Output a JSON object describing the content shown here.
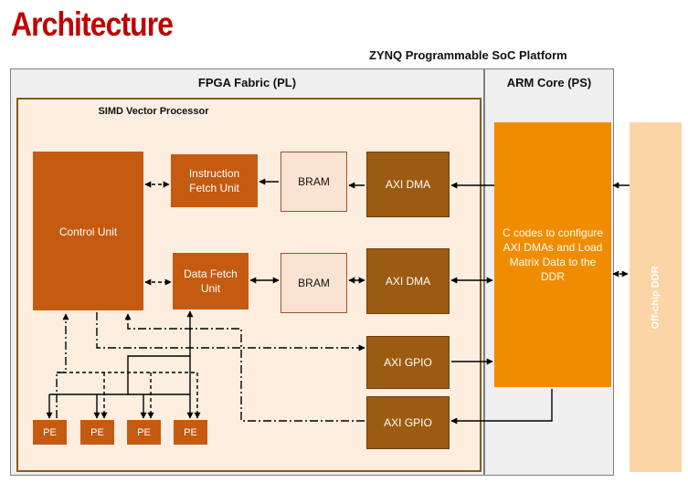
{
  "slide": {
    "title": "Architecture",
    "platform_label": "ZYNQ Programmable SoC Platform"
  },
  "regions": {
    "pl_label": "FPGA Fabric (PL)",
    "ps_label": "ARM Core (PS)",
    "simd_label": "SIMD Vector Processor",
    "ddr_label": "Off-chip DDR"
  },
  "blocks": {
    "control_unit": "Control Unit",
    "instruction_fetch": "Instruction Fetch Unit",
    "data_fetch": "Data Fetch Unit",
    "bram_top": "BRAM",
    "bram_bottom": "BRAM",
    "axi_dma_top": "AXI DMA",
    "axi_dma_bottom": "AXI DMA",
    "axi_gpio_top": "AXI GPIO",
    "axi_gpio_bottom": "AXI GPIO",
    "arm_text": "C codes to configure AXI DMAs and Load Matrix Data to the DDR"
  },
  "processing_elements": [
    "PE",
    "PE",
    "PE",
    "PE"
  ],
  "colors": {
    "title_red": "#c00000",
    "block_orange": "#c55a11",
    "axi_brown": "#9c5b12",
    "arm_orange": "#f08c00",
    "ddr_peach": "#fbd5a6"
  }
}
